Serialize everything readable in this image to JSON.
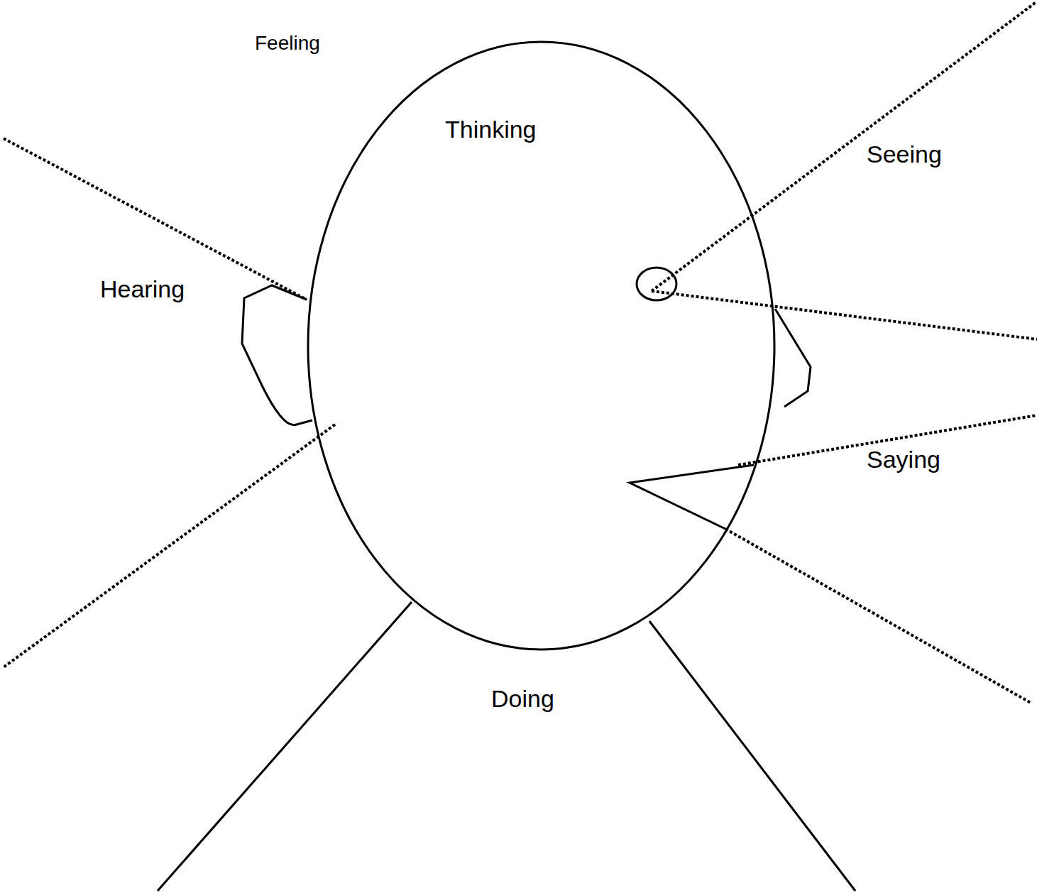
{
  "diagram": {
    "nodes": [
      {
        "text": [
          "Thinking"
        ]
      }
    ],
    "labels": [
      "Feeling",
      "Hearing",
      "Seeing",
      "Saying",
      "Doing"
    ]
  }
}
